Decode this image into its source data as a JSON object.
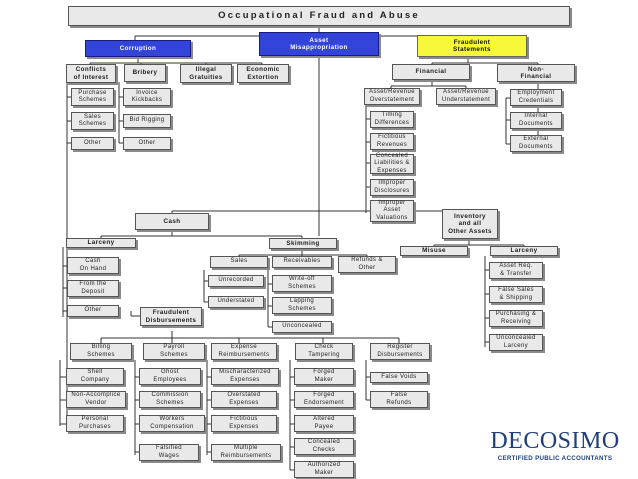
{
  "title": "Occupational Fraud and Abuse",
  "branches": {
    "corruption": {
      "label": "Corruption",
      "conflicts": {
        "label": "Conflicts\nof Interest",
        "items": [
          "Purchase\nSchemes",
          "Sales\nSchemes",
          "Other"
        ]
      },
      "bribery": {
        "label": "Bribery",
        "items": [
          "Invoice\nKickbacks",
          "Bid Rigging",
          "Other"
        ]
      },
      "gratuities": "Illegal\nGratuities",
      "extortion": "Economic\nExtortion"
    },
    "asset": {
      "label": "Asset\nMisappropriation",
      "cash": {
        "label": "Cash",
        "larceny": {
          "label": "Larceny",
          "items": [
            "Cash\nOn Hand",
            "From the\nDeposit",
            "Other"
          ]
        },
        "skimming": {
          "label": "Skimming",
          "sales": {
            "label": "Sales",
            "items": [
              "Unrecorded",
              "Understated"
            ]
          },
          "receivables": {
            "label": "Receivables",
            "items": [
              "Write-off\nSchemes",
              "Lapping\nSchemes",
              "Unconcealed"
            ]
          },
          "refunds": "Refunds &\nOther"
        },
        "disbursements": {
          "label": "Fraudulent\nDisbursements",
          "billing": {
            "label": "Billing\nSchemes",
            "items": [
              "Shell\nCompany",
              "Non-Accomplice\nVendor",
              "Personal\nPurchases"
            ]
          },
          "payroll": {
            "label": "Payroll\nSchemes",
            "items": [
              "Ghost\nEmployees",
              "Commission\nSchemes",
              "Workers\nCompensation",
              "Falsified\nWages"
            ]
          },
          "expense": {
            "label": "Expense\nReimbursements",
            "items": [
              "Mischaracterized\nExpenses",
              "Overstated\nExpenses",
              "Fictitious\nExpenses",
              "Multiple\nReimbursements"
            ]
          },
          "check": {
            "label": "Check\nTampering",
            "items": [
              "Forged\nMaker",
              "Forged\nEndorsement",
              "Altered\nPayee",
              "Concealed\nChecks",
              "Authorized\nMaker"
            ]
          },
          "register": {
            "label": "Register\nDisbursements",
            "items": [
              "False Voids",
              "False\nRefunds"
            ]
          }
        }
      },
      "inventory": {
        "label": "Inventory\nand all\nOther Assets",
        "misuse": "Misuse",
        "larceny": {
          "label": "Larceny",
          "items": [
            "Asset Req.\n& Transfer",
            "False Sales\n& Shipping",
            "Purchasing &\nReceiving",
            "Unconcealed\nLarceny"
          ]
        }
      }
    },
    "statements": {
      "label": "Fraudulent\nStatements",
      "financial": {
        "label": "Financial",
        "overstatement": "Asset/Revenue\nOverstatement",
        "understatement": "Asset/Revenue\nUnderstatement",
        "items": [
          "Timing\nDifferences",
          "Fictitious\nRevenues",
          "Concealed\nLiabilities &\nExpenses",
          "Improper\nDisclosures",
          "Improper\nAsset\nValuations"
        ]
      },
      "nonfinancial": {
        "label": "Non-\nFinancial",
        "items": [
          "Employment\nCredentials",
          "Internal\nDocuments",
          "External\nDocuments"
        ]
      }
    }
  },
  "logo": {
    "name": "DECOSIMO",
    "tagline": "CERTIFIED PUBLIC ACCOUNTANTS"
  },
  "colors": {
    "accent_blue": "#3344d8",
    "statements_yellow": "#f8f83a",
    "box_gray": "#e9e9ea"
  }
}
